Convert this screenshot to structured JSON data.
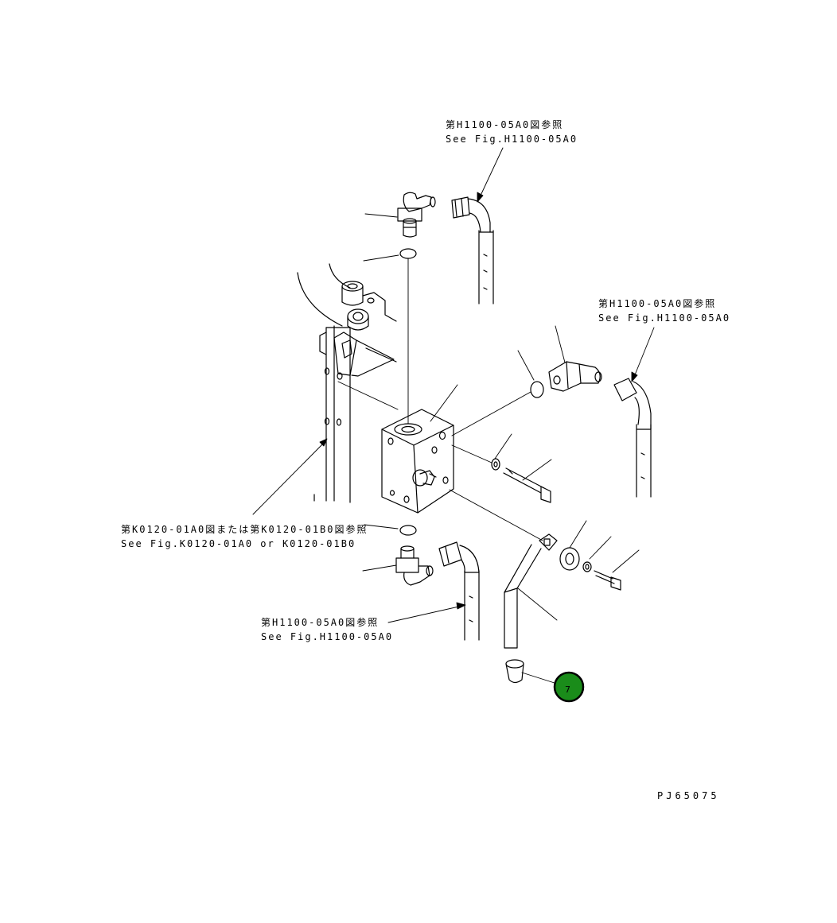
{
  "references": [
    {
      "id": "ref-top",
      "jp": "第H1100-05A0図参照",
      "en": "See Fig.H1100-05A0"
    },
    {
      "id": "ref-right",
      "jp": "第H1100-05A0図参照",
      "en": "See Fig.H1100-05A0"
    },
    {
      "id": "ref-left",
      "jp": "第K0120-01A0図または第K0120-01B0図参照",
      "en": "See Fig.K0120-01A0 or K0120-01B0"
    },
    {
      "id": "ref-bottom",
      "jp": "第H1100-05A0図参照",
      "en": "See Fig.H1100-05A0"
    }
  ],
  "callout": {
    "number": "7",
    "color": "#1a8c1a"
  },
  "drawing_id": "PJ65075"
}
